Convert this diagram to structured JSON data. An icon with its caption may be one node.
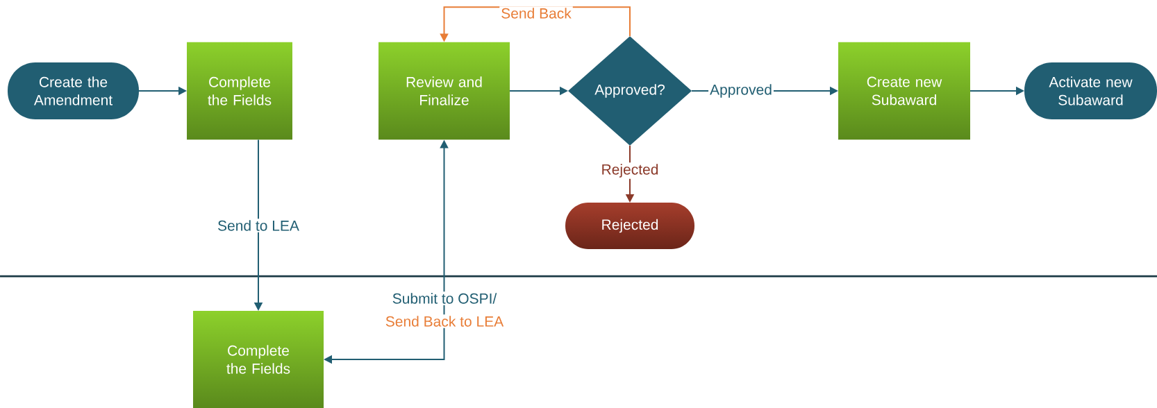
{
  "diagram": {
    "nodes": [
      {
        "text": [
          "Create the Amendment"
        ]
      },
      {
        "text": [
          "Complete the Fields"
        ]
      },
      {
        "text": [
          "Review and Finalize"
        ]
      },
      {
        "text": [
          "Approved?"
        ]
      },
      {
        "text": [
          "Create new Subaward"
        ]
      },
      {
        "text": [
          "Activate new Subaward"
        ]
      },
      {
        "text": [
          "Rejected"
        ]
      },
      {
        "text": [
          "Complete the Fields"
        ]
      }
    ],
    "edges": [
      {
        "from": 0,
        "to": 1,
        "arrow": "to"
      },
      {
        "from": 1,
        "to": 7,
        "arrow": "to",
        "label": "Send to LEA"
      },
      {
        "from": 7,
        "to": 2,
        "arrow": "both",
        "label": "Submit to OSPI/"
      },
      {
        "from": 2,
        "to": 3,
        "arrow": "to"
      },
      {
        "from": 3,
        "to": 2,
        "arrow": "to",
        "label": "Send Back",
        "color": "#e87d37"
      },
      {
        "from": 3,
        "to": 4,
        "arrow": "to",
        "label": "Approved"
      },
      {
        "from": 4,
        "to": 5,
        "arrow": "to"
      },
      {
        "from": 3,
        "to": 6,
        "arrow": "to",
        "label": "Rejected",
        "color": "#8b3a2a"
      }
    ],
    "labels": [
      "Send Back to LEA"
    ]
  }
}
